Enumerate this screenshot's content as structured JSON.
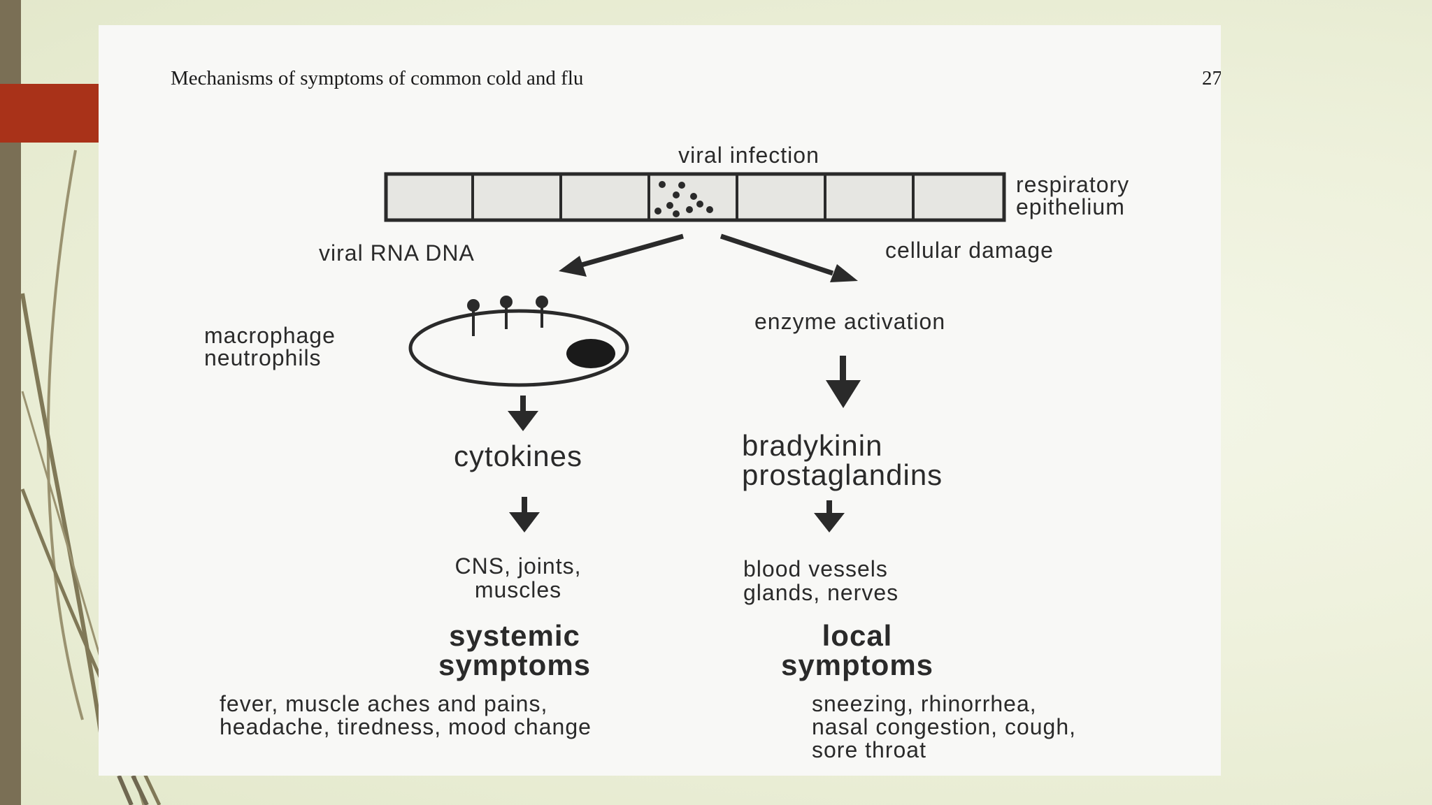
{
  "title": "Mechanisms of symptoms of common cold and flu",
  "page_number": "27",
  "diagram": {
    "top_label": "viral infection",
    "epithelium_label": [
      "respiratory",
      "epithelium"
    ],
    "left_branch": {
      "trigger": "viral RNA DNA",
      "cells": [
        "macrophage",
        "neutrophils"
      ],
      "mediator": "cytokines",
      "targets": [
        "CNS, joints,",
        "muscles"
      ],
      "outcome": [
        "systemic",
        "symptoms"
      ],
      "examples": [
        "fever, muscle aches and pains,",
        "headache, tiredness, mood change"
      ]
    },
    "right_branch": {
      "trigger": "cellular damage",
      "process": "enzyme activation",
      "mediators": [
        "bradykinin",
        "prostaglandins"
      ],
      "targets": [
        "blood vessels",
        "glands, nerves"
      ],
      "outcome": [
        "local",
        "symptoms"
      ],
      "examples": [
        "sneezing, rhinorrhea,",
        "nasal congestion, cough,",
        "sore throat"
      ]
    }
  }
}
